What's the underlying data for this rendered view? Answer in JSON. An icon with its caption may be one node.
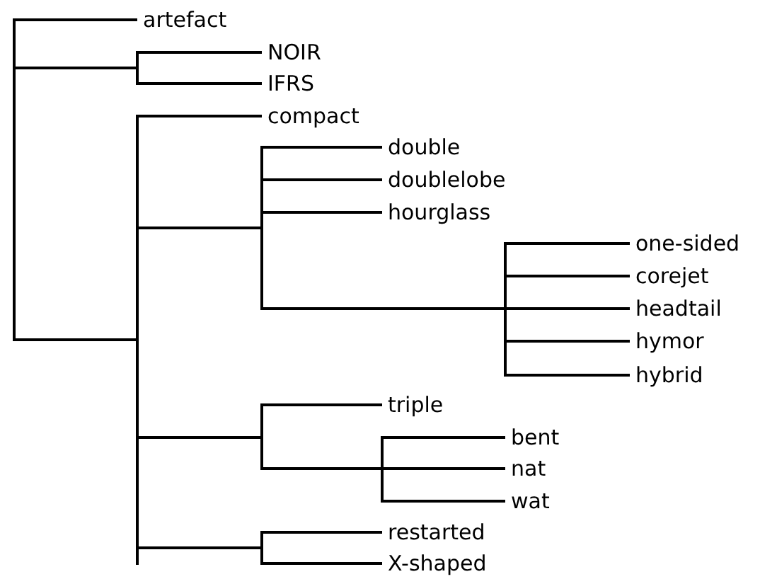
{
  "diagram": {
    "nodes": [
      {
        "text": [],
        "shape": "bar"
      },
      {
        "text": [
          "artefact"
        ]
      },
      {
        "text": [],
        "shape": "bar"
      },
      {
        "text": [
          "NOIR"
        ]
      },
      {
        "text": [
          "IFRS"
        ]
      },
      {
        "text": [],
        "shape": "bar"
      },
      {
        "text": [
          "compact"
        ]
      },
      {
        "text": [],
        "shape": "bar"
      },
      {
        "text": [
          "double"
        ]
      },
      {
        "text": [
          "doublelobe"
        ]
      },
      {
        "text": [
          "hourglass"
        ]
      },
      {
        "text": [],
        "shape": "bar"
      },
      {
        "text": [
          "one-sided"
        ]
      },
      {
        "text": [
          "corejet"
        ]
      },
      {
        "text": [
          "headtail"
        ]
      },
      {
        "text": [
          "hymor"
        ]
      },
      {
        "text": [
          "hybrid"
        ]
      },
      {
        "text": [],
        "shape": "bar"
      },
      {
        "text": [
          "triple"
        ]
      },
      {
        "text": [],
        "shape": "bar"
      },
      {
        "text": [
          "bent"
        ]
      },
      {
        "text": [
          "nat"
        ]
      },
      {
        "text": [
          "wat"
        ]
      },
      {
        "text": [],
        "shape": "bar"
      },
      {
        "text": [
          "restarted"
        ]
      },
      {
        "text": [
          "X-shaped"
        ]
      }
    ],
    "edges": [
      {
        "from": 0,
        "to": 1,
        "arrow": "none"
      },
      {
        "from": 0,
        "to": 2,
        "arrow": "none"
      },
      {
        "from": 2,
        "to": 3,
        "arrow": "none"
      },
      {
        "from": 2,
        "to": 4,
        "arrow": "none"
      },
      {
        "from": 0,
        "to": 5,
        "arrow": "none"
      },
      {
        "from": 5,
        "to": 6,
        "arrow": "none"
      },
      {
        "from": 5,
        "to": 7,
        "arrow": "none"
      },
      {
        "from": 7,
        "to": 8,
        "arrow": "none"
      },
      {
        "from": 7,
        "to": 9,
        "arrow": "none"
      },
      {
        "from": 7,
        "to": 10,
        "arrow": "none"
      },
      {
        "from": 7,
        "to": 11,
        "arrow": "none"
      },
      {
        "from": 11,
        "to": 12,
        "arrow": "none"
      },
      {
        "from": 11,
        "to": 13,
        "arrow": "none"
      },
      {
        "from": 11,
        "to": 14,
        "arrow": "none"
      },
      {
        "from": 11,
        "to": 15,
        "arrow": "none"
      },
      {
        "from": 11,
        "to": 16,
        "arrow": "none"
      },
      {
        "from": 5,
        "to": 17,
        "arrow": "none"
      },
      {
        "from": 17,
        "to": 18,
        "arrow": "none"
      },
      {
        "from": 17,
        "to": 19,
        "arrow": "none"
      },
      {
        "from": 19,
        "to": 20,
        "arrow": "none"
      },
      {
        "from": 19,
        "to": 21,
        "arrow": "none"
      },
      {
        "from": 19,
        "to": 22,
        "arrow": "none"
      },
      {
        "from": 5,
        "to": 23,
        "arrow": "none"
      },
      {
        "from": 23,
        "to": 24,
        "arrow": "none"
      },
      {
        "from": 23,
        "to": 25,
        "arrow": "none"
      }
    ]
  }
}
